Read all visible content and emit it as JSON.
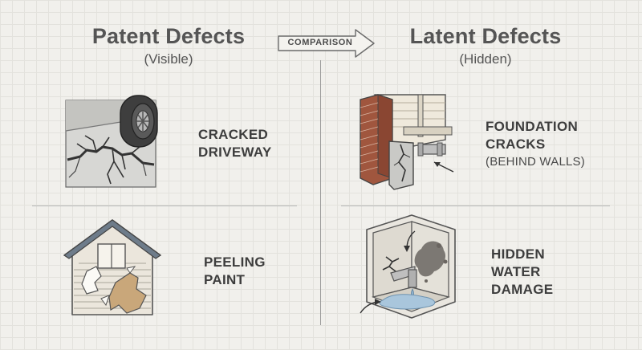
{
  "left": {
    "title": "Patent Defects",
    "subtitle": "(Visible)",
    "items": [
      {
        "label_lines": [
          "CRACKED",
          "DRIVEWAY"
        ],
        "icon": "cracked-driveway-icon"
      },
      {
        "label_lines": [
          "PEELING",
          "PAINT"
        ],
        "icon": "peeling-paint-house-icon"
      }
    ]
  },
  "right": {
    "title": "Latent Defects",
    "subtitle": "(Hidden)",
    "items": [
      {
        "label_lines": [
          "FOUNDATION",
          "CRACKS"
        ],
        "note": "(BEHIND WALLS)",
        "icon": "foundation-crack-icon"
      },
      {
        "label_lines": [
          "HIDDEN",
          "WATER",
          "DAMAGE"
        ],
        "icon": "water-damage-icon"
      }
    ]
  },
  "arrow": {
    "label": "COMPARISON",
    "icon": "right-arrow-icon"
  },
  "colors": {
    "background": "#f1f0ec",
    "grid": "#e3e2dd",
    "text": "#4a4a4a",
    "divider": "#9a9a9a",
    "accent_wood": "#c9a77a",
    "accent_brick": "#a0563e",
    "accent_water": "#8fb3cf"
  }
}
